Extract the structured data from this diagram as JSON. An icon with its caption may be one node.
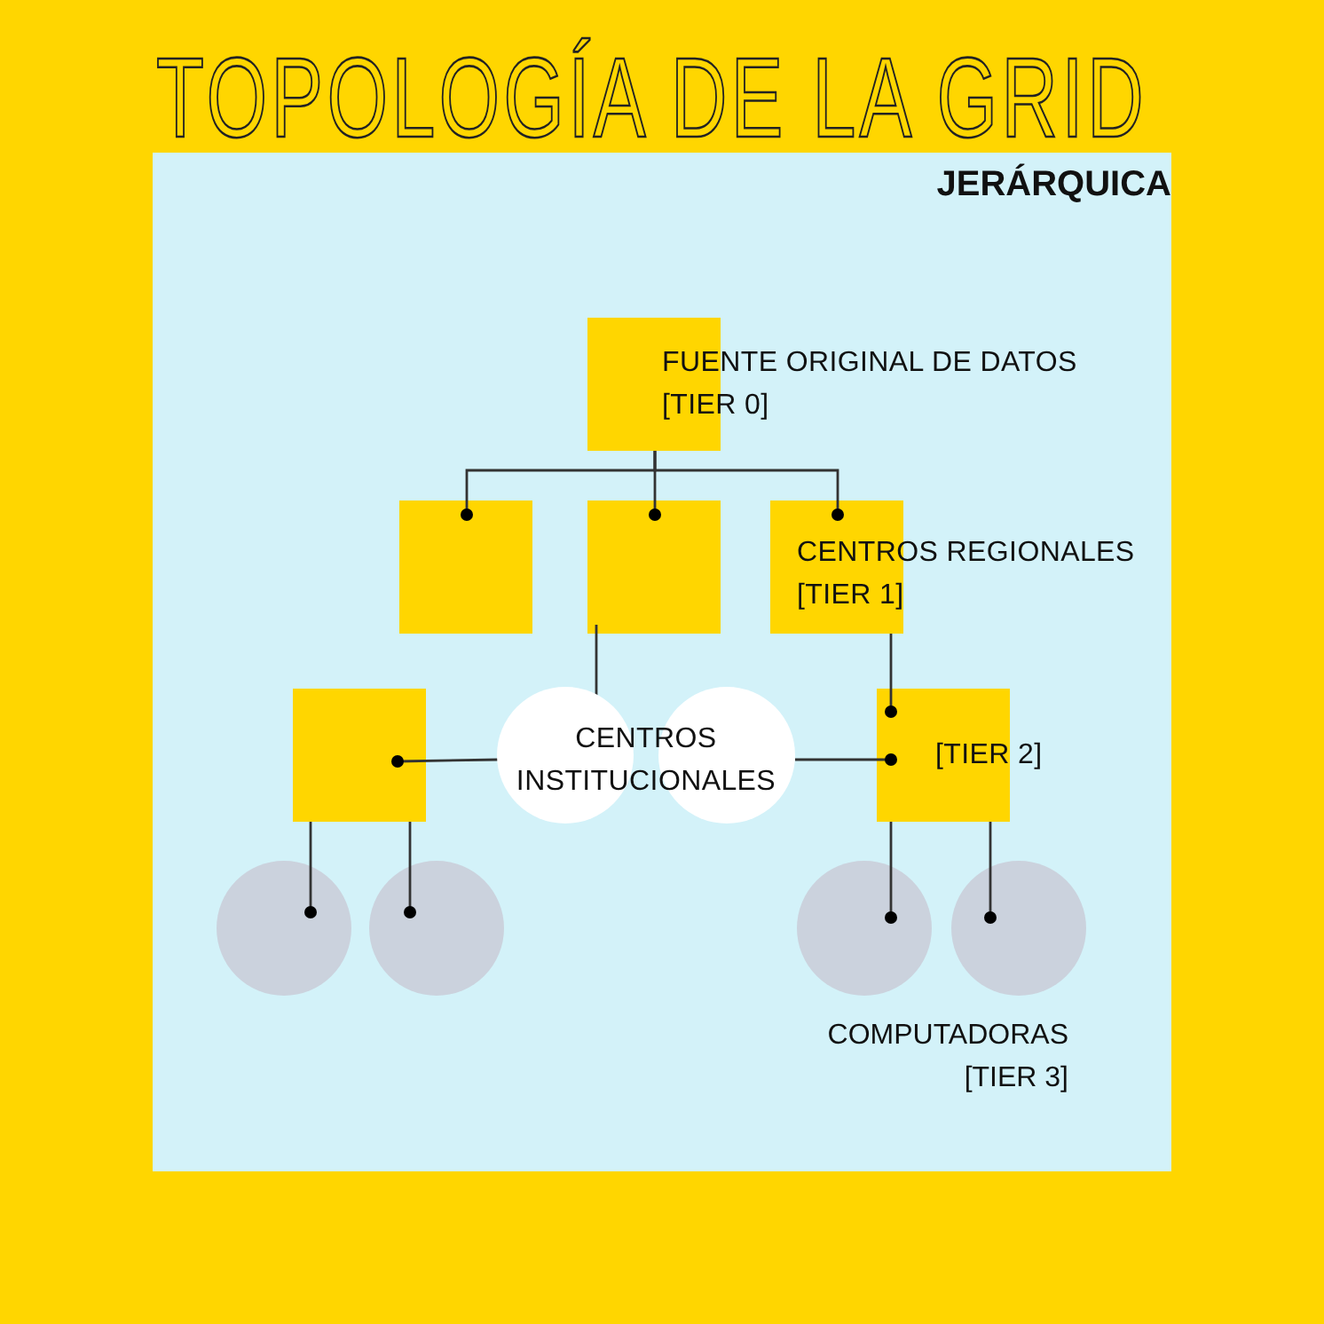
{
  "diagram": {
    "title": "TOPOLOGÍA DE LA GRID",
    "nodes": [
      {
        "text": [],
        "shape": "box",
        "beside": [
          "FUENTE ORIGINAL DE DATOS [TIER 0]"
        ]
      },
      {
        "text": [],
        "shape": "box"
      },
      {
        "text": [],
        "shape": "box"
      },
      {
        "text": [],
        "shape": "box",
        "beside": [
          "CENTROS REGIONALES [TIER 1]"
        ]
      },
      {
        "text": [],
        "shape": "box"
      },
      {
        "text": [
          "CENTROS INSTITUCIONALES"
        ]
      },
      {
        "text": [
          "[TIER 2]"
        ]
      },
      {
        "text": [],
        "shape": "circle"
      },
      {
        "text": [],
        "shape": "circle"
      },
      {
        "text": [],
        "shape": "circle"
      },
      {
        "text": [],
        "shape": "circle"
      }
    ],
    "edges": [
      {
        "from": 0,
        "to": 1,
        "arrow": "other"
      },
      {
        "from": 0,
        "to": 2,
        "arrow": "other"
      },
      {
        "from": 0,
        "to": 3,
        "arrow": "other"
      },
      {
        "from": 2,
        "to": 5,
        "arrow": "other"
      },
      {
        "from": 5,
        "to": 4,
        "arrow": "other"
      },
      {
        "from": 5,
        "to": 6,
        "arrow": "other"
      },
      {
        "from": 3,
        "to": 6,
        "arrow": "other"
      },
      {
        "from": 4,
        "to": 7,
        "arrow": "other"
      },
      {
        "from": 4,
        "to": 8,
        "arrow": "other"
      },
      {
        "from": 6,
        "to": 9,
        "arrow": "other"
      },
      {
        "from": 6,
        "to": 10,
        "arrow": "other"
      }
    ],
    "labels": [
      "JERÁRQUICA",
      "COMPUTADORAS [TIER 3]"
    ]
  }
}
